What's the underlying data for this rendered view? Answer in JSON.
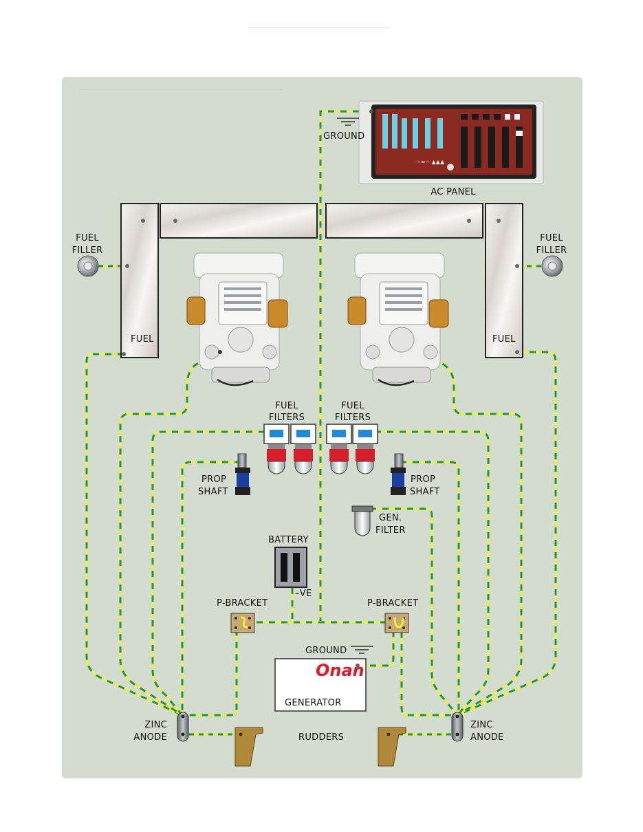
{
  "labels": {
    "ground_top": "GROUND",
    "ac_panel": "AC PANEL",
    "fuel_filler_left_1": "FUEL",
    "fuel_filler_left_2": "FILLER",
    "fuel_filler_right_1": "FUEL",
    "fuel_filler_right_2": "FILLER",
    "fuel_tank_left": "FUEL",
    "fuel_tank_right": "FUEL",
    "fuel_filters_left_1": "FUEL",
    "fuel_filters_left_2": "FILTERS",
    "fuel_filters_right_1": "FUEL",
    "fuel_filters_right_2": "FILTERS",
    "prop_shaft_left_1": "PROP",
    "prop_shaft_left_2": "SHAFT",
    "prop_shaft_right_1": "PROP",
    "prop_shaft_right_2": "SHAFT",
    "gen_filter_1": "GEN.",
    "gen_filter_2": "FILTER",
    "battery": "BATTERY",
    "battery_neg": "–VE",
    "p_bracket_left": "P-BRACKET",
    "p_bracket_right": "P-BRACKET",
    "ground_gen": "GROUND",
    "onan_logo": "Onan",
    "generator": "GENERATOR",
    "zinc_anode_left_1": "ZINC",
    "zinc_anode_left_2": "ANODE",
    "zinc_anode_right_1": "ZINC",
    "zinc_anode_right_2": "ANODE",
    "rudders": "RUDDERS"
  },
  "colors": {
    "background": "#d4dccf",
    "wire_yellow": "#f2ee3a",
    "wire_green": "#1e9a35",
    "panel_wood": "#8a2a20",
    "rudder": "#b08a3a",
    "filter_red": "#d81e2a",
    "filter_blue": "#1e8ad8",
    "prop_blue": "#1b3fa0",
    "onan_red": "#e31b23"
  },
  "icons": {
    "ground_symbol": "ground-icon",
    "fuel_filler": "fuel-filler-cap-icon",
    "engine": "marine-engine-icon",
    "battery": "battery-icon"
  }
}
